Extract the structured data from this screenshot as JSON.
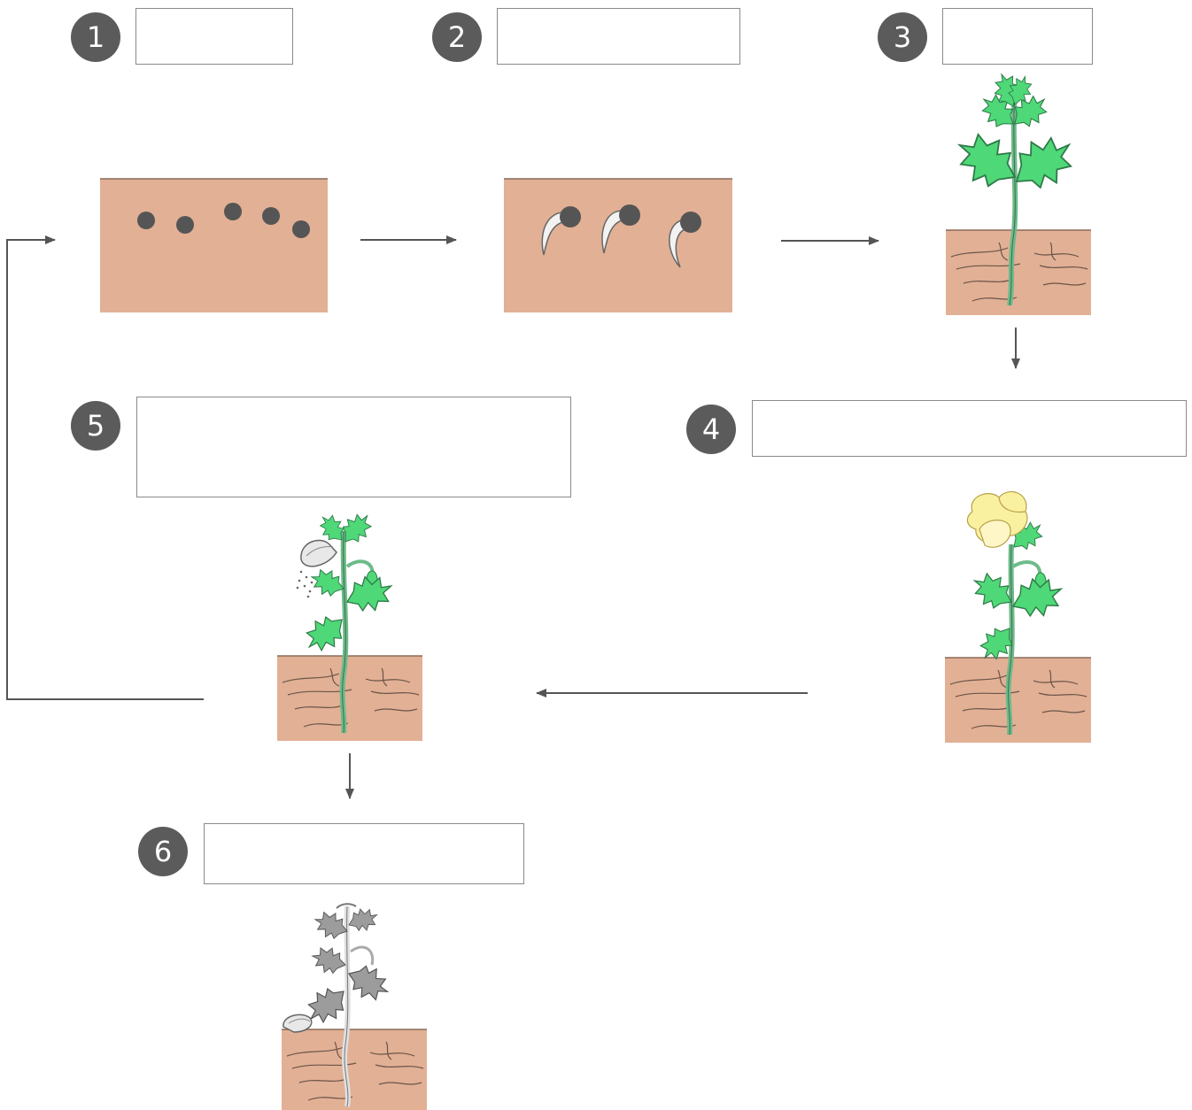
{
  "steps": [
    {
      "number": "1",
      "answer": ""
    },
    {
      "number": "2",
      "answer": ""
    },
    {
      "number": "3",
      "answer": ""
    },
    {
      "number": "4",
      "answer": ""
    },
    {
      "number": "5",
      "answer": ""
    },
    {
      "number": "6",
      "answer": ""
    }
  ],
  "colors": {
    "badge": "#5b5b5b",
    "soil": "#e2b095",
    "seed": "#555555",
    "leaf": "#4fd878",
    "stem": "#6dbb8a",
    "flower": "#faf1a0",
    "wilted": "#8c8c8c",
    "arrow": "#555555"
  },
  "icons": [
    "seed-icon",
    "seedling-icon",
    "plant-icon",
    "flowering-plant-icon",
    "seed-pod-icon",
    "wilted-plant-icon"
  ]
}
